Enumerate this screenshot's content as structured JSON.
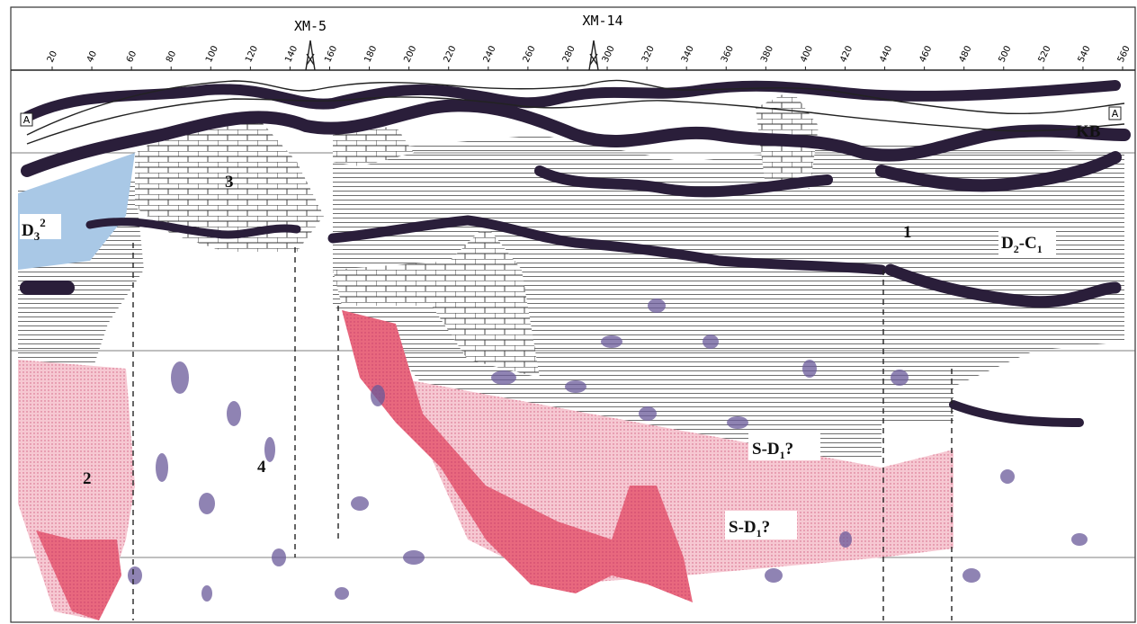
{
  "wells": [
    {
      "name": "XM-5",
      "x_tick": 140
    },
    {
      "name": "XM-14",
      "x_tick": 300
    }
  ],
  "scale_ticks": [
    "20",
    "40",
    "60",
    "80",
    "100",
    "120",
    "140",
    "160",
    "180",
    "200",
    "220",
    "240",
    "260",
    "280",
    "300",
    "320",
    "340",
    "360",
    "380",
    "400",
    "420",
    "440",
    "460",
    "480",
    "500",
    "520",
    "540",
    "560"
  ],
  "profile_markers": {
    "left": "A",
    "right": "A"
  },
  "units": {
    "kb": "KB",
    "d3": {
      "base": "D",
      "sub": "3",
      "sup": "2"
    },
    "d2c1": {
      "base": "D",
      "sub1": "2",
      "dash": "-C",
      "sub2": "1"
    },
    "s_d1_upper": {
      "base": "S-D",
      "sub": "1",
      "suffix": "?"
    },
    "s_d1_lower": {
      "base": "S-D",
      "sub": "1",
      "suffix": "?"
    }
  },
  "zone_numbers": {
    "z1": "1",
    "z2": "2",
    "z3": "3",
    "z4": "4"
  },
  "colors": {
    "reflector": "#2a1e3a",
    "reflector_purple": "#6a5a9a",
    "pink_fill": "#e8687e",
    "pink_light": "#f6c8d2",
    "blue_fill": "#a9c8e6",
    "grid": "#444444"
  }
}
